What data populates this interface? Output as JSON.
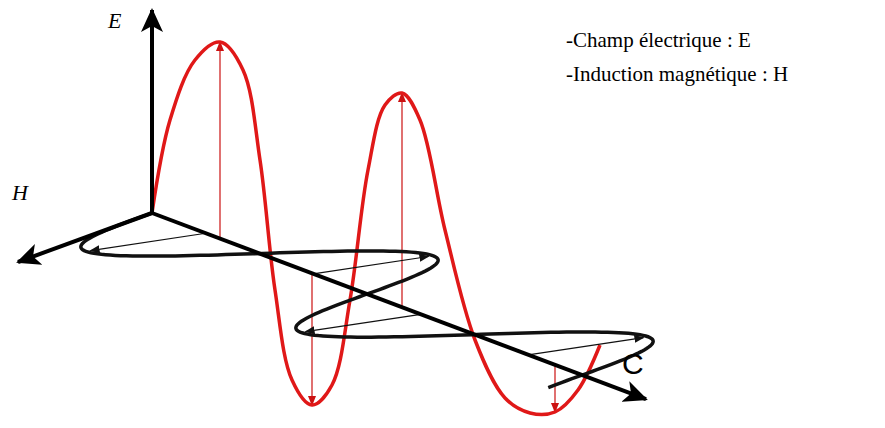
{
  "diagram": {
    "labels": [
      "E⃗",
      "H⃗",
      "C",
      "-Champ électrique : E⃗",
      "-Induction magnétique : H⃗"
    ]
  }
}
